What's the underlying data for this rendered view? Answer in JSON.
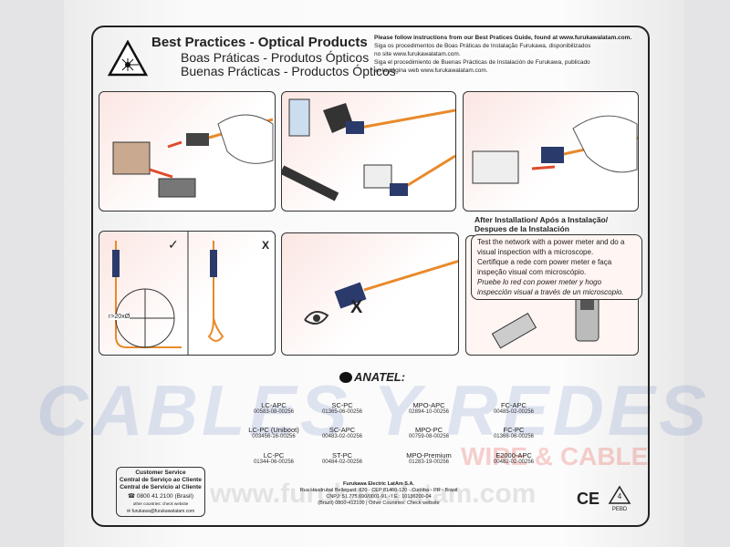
{
  "header": {
    "title_en": "Best Practices - Optical Products",
    "title_pt": "Boas Práticas - Produtos Ópticos",
    "title_es": "Buenas Prácticas - Productos Ópticos",
    "instructions": [
      "Please follow instructions from our Best Pratices Guide, found at www.furukawalatam.com.",
      "Siga os procedimentos de Boas Práticas de Instalação Furukawa, disponibilizados",
      "no site www.furukawalatam.com.",
      "Siga el procedimiento de Buenas Prácticas de Instalación de Furukawa, publicado",
      "en la página web www.furukawalatam.com."
    ]
  },
  "panels": {
    "bend_ok": "✓",
    "bend_bad": "X",
    "radius": "r>20xØ",
    "eye_bad": "X"
  },
  "after": {
    "title1": "After Installation/ Após a Instalação/",
    "title2": "Despues de la Instalación",
    "en": "Test the network with a power meter and do a visual inspection with a microscope.",
    "pt": "Certifique a rede com power meter e faça inspeção visual com microscópio.",
    "es": "Pruebe lo red con power meter y hogo inspección visual a través de un microscopio."
  },
  "anatel": {
    "label": "ANATEL:",
    "certs": [
      {
        "name": "LC-APC",
        "code": "00583-08-00256"
      },
      {
        "name": "SC-PC",
        "code": "01365-06-00256"
      },
      {
        "name": "MPO-APC",
        "code": "02894-10-00256"
      },
      {
        "name": "FC-APC",
        "code": "00485-02-00256"
      },
      {
        "name": "LC-PC (Uniboot)",
        "code": "003456-16-00256"
      },
      {
        "name": "SC-APC",
        "code": "00483-02-00256"
      },
      {
        "name": "MPO-PC",
        "code": "00759-08-00256"
      },
      {
        "name": "FC-PC",
        "code": "01366-06-00256"
      },
      {
        "name": "LC-PC",
        "code": "01344-06-00256"
      },
      {
        "name": "ST-PC",
        "code": "00484-02-00256"
      },
      {
        "name": "MPO-Premium",
        "code": "01283-19-00256"
      },
      {
        "name": "E2000-APC",
        "code": "00482-02-00256"
      }
    ]
  },
  "service": {
    "l1": "Customer Service",
    "l2": "Central de Serviço ao Cliente",
    "l3": "Central de Servicio al Cliente",
    "phone": "0800 41 2100 (Brasil)",
    "other": "other countries: check website",
    "email": "furukawa@furukawalatam.com"
  },
  "company": {
    "name": "Furukawa Electric LatAm S.A.",
    "address": "Rua Hasdrubal Bellegard, 820 - CEP 81460-120 - Curitiba - PR - Brasil",
    "ids": "CNPJ: 51.775.690/0001-91 - I.E.: 10136200-04",
    "phone": "(Brazil) 0800-412100 | Other Countries: Check website"
  },
  "marks": {
    "ce": "CE",
    "recycle_num": "4",
    "recycle_label": "PEBD"
  },
  "watermark": {
    "main": "CABLES Y REDES",
    "sub": "WIRE & CABLE",
    "url": "www.furukawalatam.com"
  }
}
